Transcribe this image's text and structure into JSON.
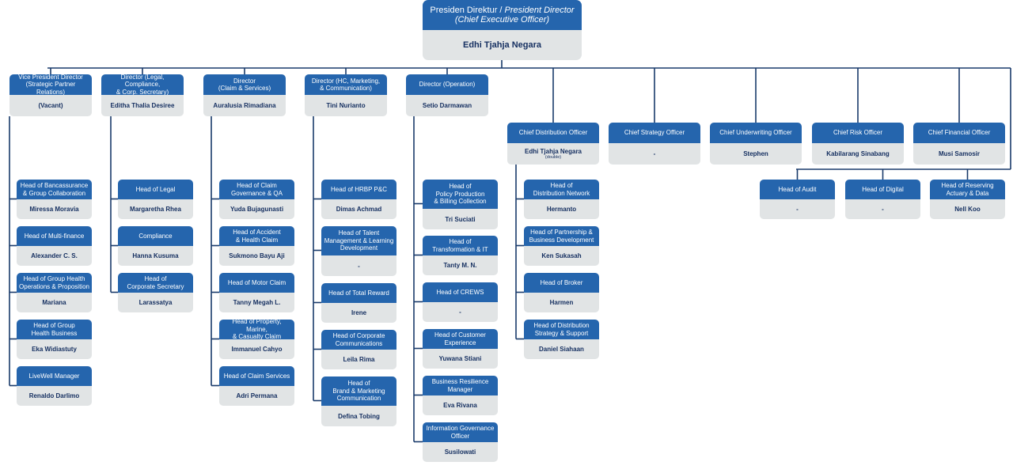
{
  "colors": {
    "header": "#2565ad",
    "name_bg": "#e1e4e5",
    "name_text": "#163061",
    "line": "#193a6b"
  },
  "ceo": {
    "title_line1": "Presiden Direktur / ",
    "title_line1_italic": "President Director",
    "title_line2": "(Chief Executive Officer)",
    "name": "Edhi Tjahja Negara"
  },
  "directors": [
    {
      "title": "Vice President Director\n(Strategic Partner Relations)",
      "name": "(Vacant)"
    },
    {
      "title": "Director (Legal, Compliance,\n& Corp. Secretary)",
      "name": "Editha Thalia Desiree"
    },
    {
      "title": "Director\n(Claim & Services)",
      "name": "Auralusia Rimadiana"
    },
    {
      "title": "Director (HC, Marketing,\n& Communication)",
      "name": "Tini Nurianto"
    },
    {
      "title": "Director (Operation)",
      "name": "Setio Darmawan"
    }
  ],
  "chiefs": [
    {
      "title": "Chief Distribution Officer",
      "name": "Edhi Tjahja Negara",
      "note": "(double)"
    },
    {
      "title": "Chief Strategy Officer",
      "name": "-"
    },
    {
      "title": "Chief Underwriting Officer",
      "name": "Stephen"
    },
    {
      "title": "Chief Risk Officer",
      "name": "Kabilarang Sinabang"
    },
    {
      "title": "Chief Financial Officer",
      "name": "Musi Samosir"
    }
  ],
  "columns": [
    [
      {
        "title": "Head of Bancassurance\n& Group Collaboration",
        "name": "Miressa Moravia"
      },
      {
        "title": "Head of Multi-finance",
        "name": "Alexander C. S."
      },
      {
        "title": "Head of Group Health\nOperations & Proposition",
        "name": "Mariana"
      },
      {
        "title": "Head of Group\nHealth Business",
        "name": "Eka Widiastuty"
      },
      {
        "title": "LiveWell Manager",
        "name": "Renaldo Darlimo"
      }
    ],
    [
      {
        "title": "Head of Legal",
        "name": "Margaretha Rhea"
      },
      {
        "title": "Compliance",
        "name": "Hanna Kusuma"
      },
      {
        "title": "Head of\nCorporate Secretary",
        "name": "Larassatya"
      }
    ],
    [
      {
        "title": "Head of Claim\nGovernance & QA",
        "name": "Yuda Bujagunasti"
      },
      {
        "title": "Head of Accident\n& Health Claim",
        "name": "Sukmono Bayu Aji"
      },
      {
        "title": "Head of Motor Claim",
        "name": "Tanny Megah L."
      },
      {
        "title": "Head of Property, Marine,\n& Casualty Claim",
        "name": "Immanuel Cahyo"
      },
      {
        "title": "Head of Claim Services",
        "name": "Adri Permana"
      }
    ],
    [
      {
        "title": "Head of HRBP P&C",
        "name": "Dimas Achmad"
      },
      {
        "title": "Head of Talent\nManagement & Learning\nDevelopment",
        "name": "-"
      },
      {
        "title": "Head of Total Reward",
        "name": "Irene"
      },
      {
        "title": "Head of Corporate\nCommunications",
        "name": "Leila Rima"
      },
      {
        "title": "Head of\nBrand & Marketing\nCommunication",
        "name": "Defina Tobing"
      }
    ],
    [
      {
        "title": "Head of\nPolicy Production\n& Billing Collection",
        "name": "Tri Suciati"
      },
      {
        "title": "Head of\nTransformation & IT",
        "name": "Tanty M. N."
      },
      {
        "title": "Head of CREWS",
        "name": "-"
      },
      {
        "title": "Head of Customer\nExperience",
        "name": "Yuwana Stiani"
      },
      {
        "title": "Business Resilience\nManager",
        "name": "Eva Rivana"
      },
      {
        "title": "Information Governance\nOfficer",
        "name": "Susilowati"
      }
    ],
    [
      {
        "title": "Head of\nDistribution Network",
        "name": "Hermanto"
      },
      {
        "title": "Head of Partnership &\nBusiness Development",
        "name": "Ken Sukasah"
      },
      {
        "title": "Head of Broker",
        "name": "Harmen"
      },
      {
        "title": "Head of Distribution\nStrategy & Support",
        "name": "Daniel Siahaan"
      }
    ]
  ],
  "cfo_reports": [
    {
      "title": "Head of Audit",
      "name": "-"
    },
    {
      "title": "Head of Digital",
      "name": "-"
    },
    {
      "title": "Head of Reserving\nActuary & Data",
      "name": "Nell Koo"
    }
  ]
}
